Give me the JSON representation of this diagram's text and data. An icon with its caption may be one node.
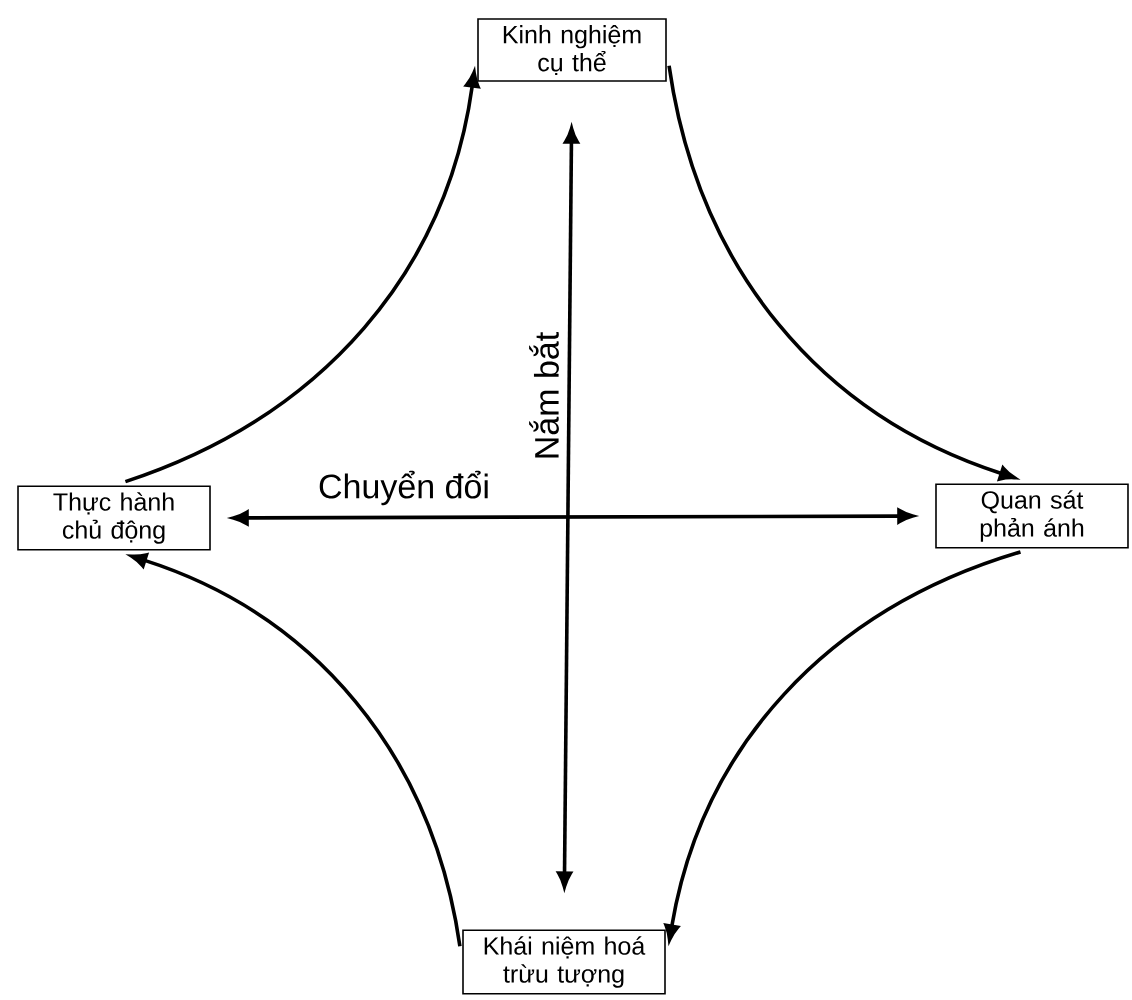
{
  "diagram": {
    "nodes": [
      {
        "text": [
          "Kinh nghiệm cụ thể"
        ]
      },
      {
        "text": [
          "Quan sát phản ánh"
        ]
      },
      {
        "text": [
          "Khái niệm hoá trừu tượng"
        ]
      },
      {
        "text": [
          "Thực hành chủ động"
        ]
      }
    ],
    "edges": [
      {
        "from": 0,
        "to": 1,
        "arrow": "to"
      },
      {
        "from": 1,
        "to": 2,
        "arrow": "to"
      },
      {
        "from": 2,
        "to": 3,
        "arrow": "to"
      },
      {
        "from": 3,
        "to": 0,
        "arrow": "to"
      },
      {
        "from": 3,
        "to": 1,
        "arrow": "both",
        "label": "Chuyển đổi"
      },
      {
        "from": 0,
        "to": 2,
        "arrow": "both",
        "label": "Nắm bắt"
      }
    ]
  }
}
